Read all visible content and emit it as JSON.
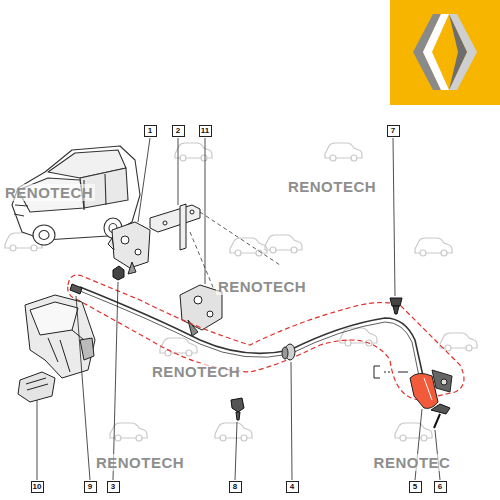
{
  "diagram": {
    "labels": [
      "1",
      "2",
      "11",
      "7",
      "RENOTECH",
      "RENOTECH",
      "RENOTECH",
      "RENOTECH",
      "RENOTECH",
      "RENOTEC",
      "10",
      "9",
      "3",
      "8",
      "4",
      "5",
      "6"
    ]
  }
}
